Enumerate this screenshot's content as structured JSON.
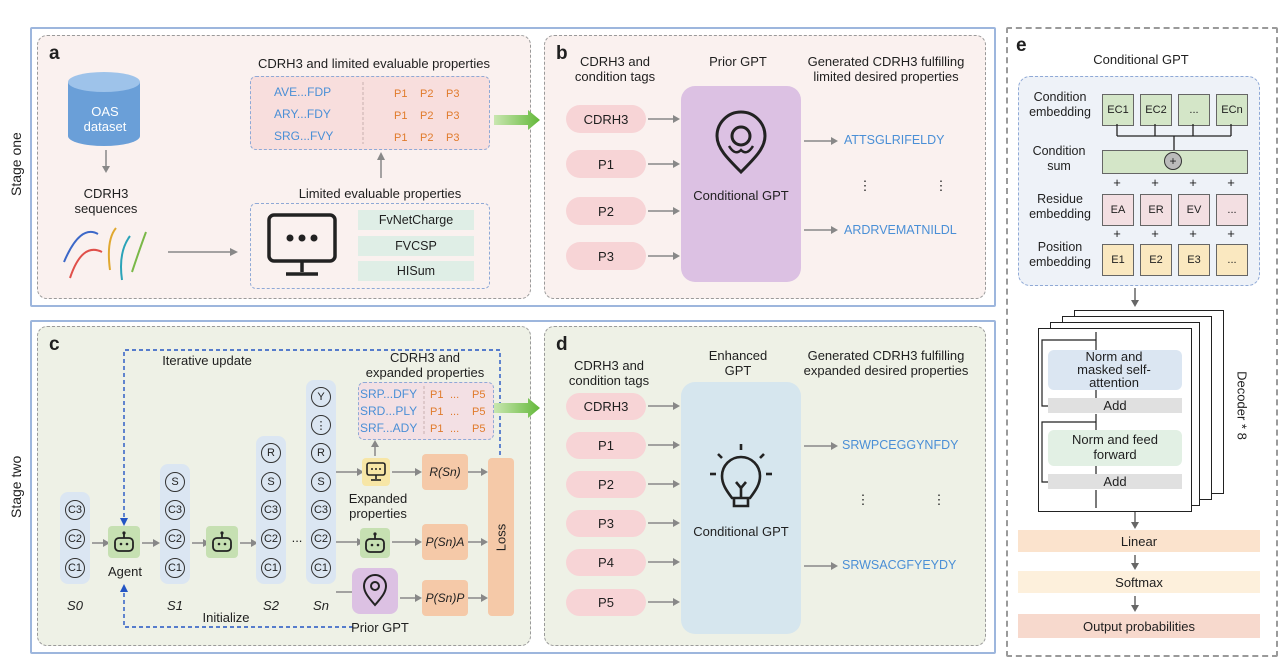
{
  "stages": {
    "one": "Stage one",
    "two": "Stage two"
  },
  "panel_a": {
    "letter": "a",
    "db_label": "OAS dataset",
    "seq_label": "CDRH3 sequences",
    "title": "CDRH3 and limited evaluable properties",
    "sequences": [
      "AVE...FDP",
      "ARY...FDY",
      "SRG...FVY"
    ],
    "props": [
      "P1",
      "P2",
      "P3"
    ],
    "limited_label": "Limited evaluable properties",
    "tools": [
      "FvNetCharge",
      "FVCSP",
      "HISum"
    ]
  },
  "panel_b": {
    "letter": "b",
    "input_title": "CDRH3 and condition tags",
    "prior_title": "Prior GPT",
    "output_title": "Generated CDRH3 fulfilling limited desired properties",
    "inputs": [
      "CDRH3",
      "P1",
      "P2",
      "P3"
    ],
    "model_label": "Conditional GPT",
    "outputs": [
      "ATTSGLRIFELDY",
      "ARDRVEMATNILDL"
    ],
    "ellipsis": "⋮"
  },
  "panel_c": {
    "letter": "c",
    "iter_label": "Iterative update",
    "expanded_title": "CDRH3 and expanded properties",
    "sequences": [
      "SRP...DFY",
      "SRD...PLY",
      "SRF...ADY"
    ],
    "props": [
      "P1",
      "...",
      "P5"
    ],
    "agent_label": "Agent",
    "initialize_label": "Initialize",
    "expanded_props_label": "Expanded properties",
    "prior_label": "Prior GPT",
    "loss_label": "Loss",
    "scores": [
      "R(Sn)",
      "P(Sn)A",
      "P(Sn)P"
    ],
    "states": [
      "S0",
      "S1",
      "S2",
      "Sn"
    ],
    "dots": "...",
    "col_s0": [
      "C3",
      "C2",
      "C1"
    ],
    "col_s1": [
      "S",
      "C3",
      "C2",
      "C1"
    ],
    "col_s2": [
      "R",
      "S",
      "C3",
      "C2",
      "C1"
    ],
    "col_sn": [
      "Y",
      "⋮",
      "R",
      "S",
      "C3",
      "C2",
      "C1"
    ]
  },
  "panel_d": {
    "letter": "d",
    "input_title": "CDRH3 and condition tags",
    "model_title": "Enhanced GPT",
    "output_title": "Generated CDRH3 fulfilling expanded desired properties",
    "inputs": [
      "CDRH3",
      "P1",
      "P2",
      "P3",
      "P4",
      "P5"
    ],
    "model_label": "Conditional GPT",
    "outputs": [
      "SRWPCEGGYNFDY",
      "SRWSACGFYEYDY"
    ],
    "ellipsis": "⋮"
  },
  "panel_e": {
    "letter": "e",
    "title": "Conditional GPT",
    "condition_emb": "Condition embedding",
    "condition_sum": "Condition sum",
    "residue_emb": "Residue embedding",
    "position_emb": "Position embedding",
    "cond_boxes": [
      "EC1",
      "EC2",
      "...",
      "ECn"
    ],
    "res_boxes": [
      "EA",
      "ER",
      "EV",
      "..."
    ],
    "pos_boxes": [
      "E1",
      "E2",
      "E3",
      "..."
    ],
    "plus": "+",
    "attn_label": "Norm and masked self-attention",
    "add_label": "Add",
    "ff_label": "Norm and feed forward",
    "decoder_label": "Decoder * 8",
    "linear": "Linear",
    "softmax": "Softmax",
    "output": "Output probabilities"
  },
  "colors": {
    "blue_text": "#4a8fd6",
    "orange_text": "#e07b2c",
    "pill": "#f7d4d6",
    "prior_gpt": "#dcc1e3",
    "enhanced_gpt": "#d6e6ee"
  }
}
